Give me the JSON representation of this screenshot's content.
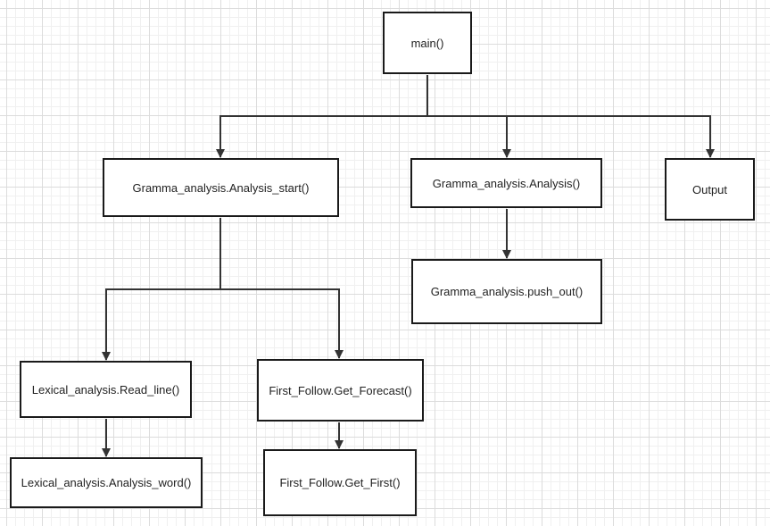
{
  "diagram": {
    "nodes": {
      "main": "main()",
      "analysis_start": "Gramma_analysis.Analysis_start()",
      "analysis": "Gramma_analysis.Analysis()",
      "output": "Output",
      "push_out": "Gramma_analysis.push_out()",
      "read_line": "Lexical_analysis.Read_line()",
      "get_forecast": "First_Follow.Get_Forecast()",
      "analysis_word": "Lexical_analysis.Analysis_word()",
      "get_first": "First_Follow.Get_First()"
    },
    "edges": [
      {
        "from": "main",
        "to": "analysis_start"
      },
      {
        "from": "main",
        "to": "analysis"
      },
      {
        "from": "main",
        "to": "output"
      },
      {
        "from": "analysis",
        "to": "push_out"
      },
      {
        "from": "analysis_start",
        "to": "read_line"
      },
      {
        "from": "analysis_start",
        "to": "get_forecast"
      },
      {
        "from": "read_line",
        "to": "analysis_word"
      },
      {
        "from": "get_forecast",
        "to": "get_first"
      }
    ],
    "colors": {
      "stroke": "#333333",
      "grid": "#dcdcdc",
      "background": "#ffffff"
    }
  }
}
